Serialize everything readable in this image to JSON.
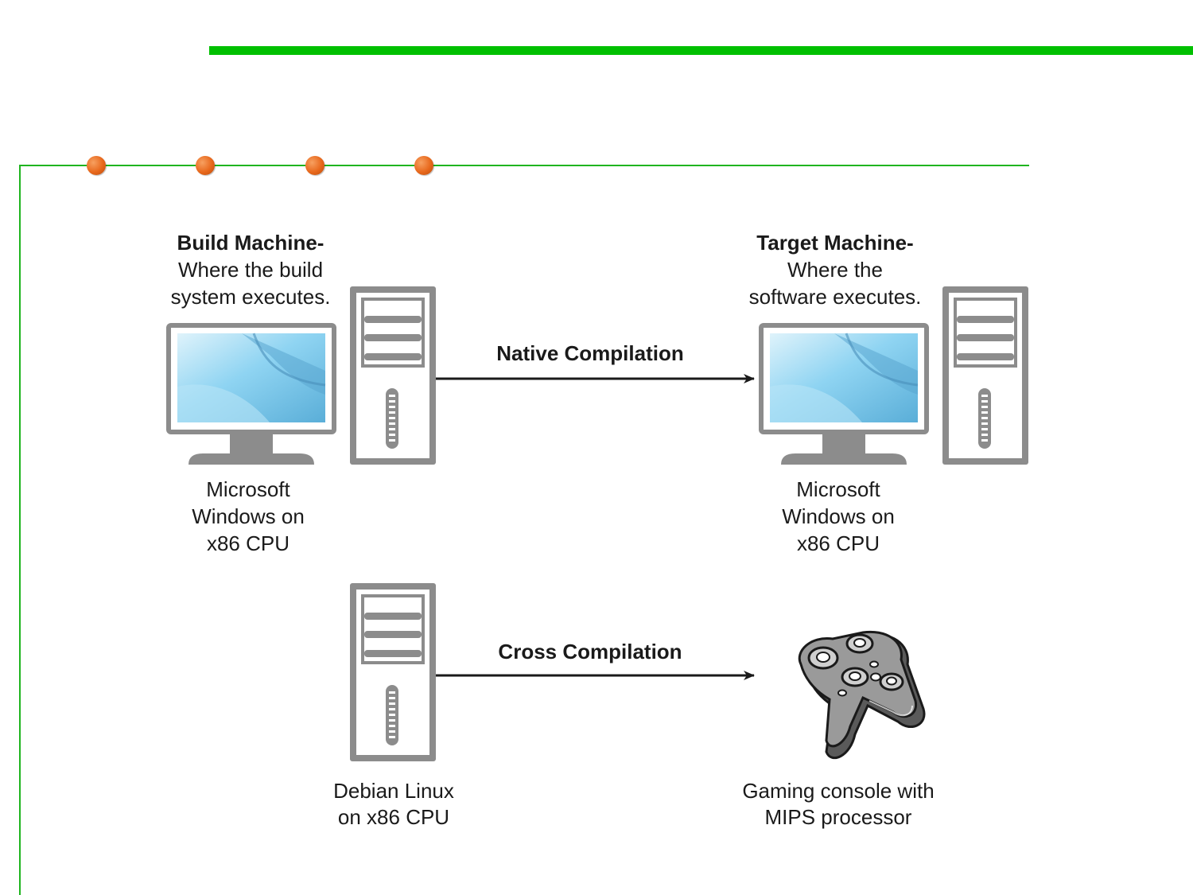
{
  "build_machine": {
    "heading": "Build Machine-",
    "line1": "Where the build",
    "line2": "system executes."
  },
  "target_machine": {
    "heading": "Target Machine-",
    "line1": "Where the",
    "line2": "software executes."
  },
  "native": {
    "arrow_label": "Native Compilation",
    "source": {
      "line1": "Microsoft",
      "line2": "Windows on",
      "line3": "x86 CPU"
    },
    "target": {
      "line1": "Microsoft",
      "line2": "Windows on",
      "line3": "x86 CPU"
    }
  },
  "cross": {
    "arrow_label": "Cross Compilation",
    "source": {
      "line1": "Debian Linux",
      "line2": "on x86 CPU"
    },
    "target": {
      "line1": "Gaming console with",
      "line2": "MIPS processor"
    }
  },
  "icons": [
    "monitor-icon",
    "tower-pc-icon",
    "gamepad-icon"
  ],
  "colors": {
    "top_bar": "#00c000",
    "frame_line": "#1fb41f",
    "bullet": "#e8681c",
    "device_gray": "#8c8c8c",
    "screen_blue": "#6cc0e8"
  }
}
